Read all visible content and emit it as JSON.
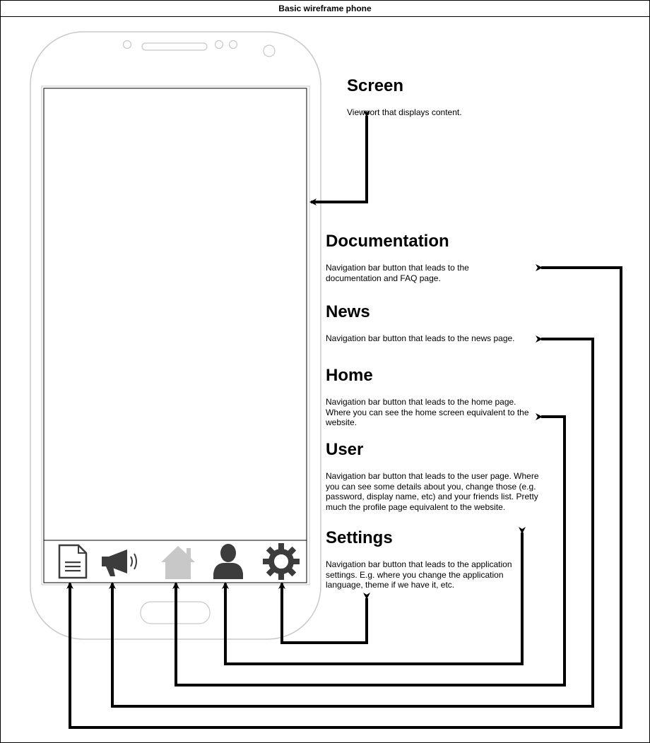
{
  "title": "Basic wireframe phone",
  "notes": {
    "screen": {
      "heading": "Screen",
      "text": "Viewport that displays content."
    },
    "documentation": {
      "heading": "Documentation",
      "text": "Navigation bar button that leads to the documentation and FAQ page."
    },
    "news": {
      "heading": "News",
      "text": "Navigation bar button that leads to the news page."
    },
    "home": {
      "heading": "Home",
      "text": "Navigation bar button that leads to the home page. Where you can see the home screen equivalent to the website."
    },
    "user": {
      "heading": "User",
      "text": "Navigation bar button that leads to the user page. Where you can see some details about you, change those (e.g. password, display name, etc) and your friends list. Pretty much the profile page equivalent to the website."
    },
    "settings": {
      "heading": "Settings",
      "text": "Navigation bar button that leads to the application settings. E.g. where you change the application language, theme if we have it, etc."
    }
  },
  "nav_icons": [
    "document-icon",
    "megaphone-icon",
    "home-icon",
    "user-icon",
    "gear-icon"
  ],
  "colors": {
    "icon_dark": "#3c3c3c",
    "icon_light": "#c8c8c8",
    "phone_outline": "#c8c8c8",
    "arrow": "#000000"
  }
}
